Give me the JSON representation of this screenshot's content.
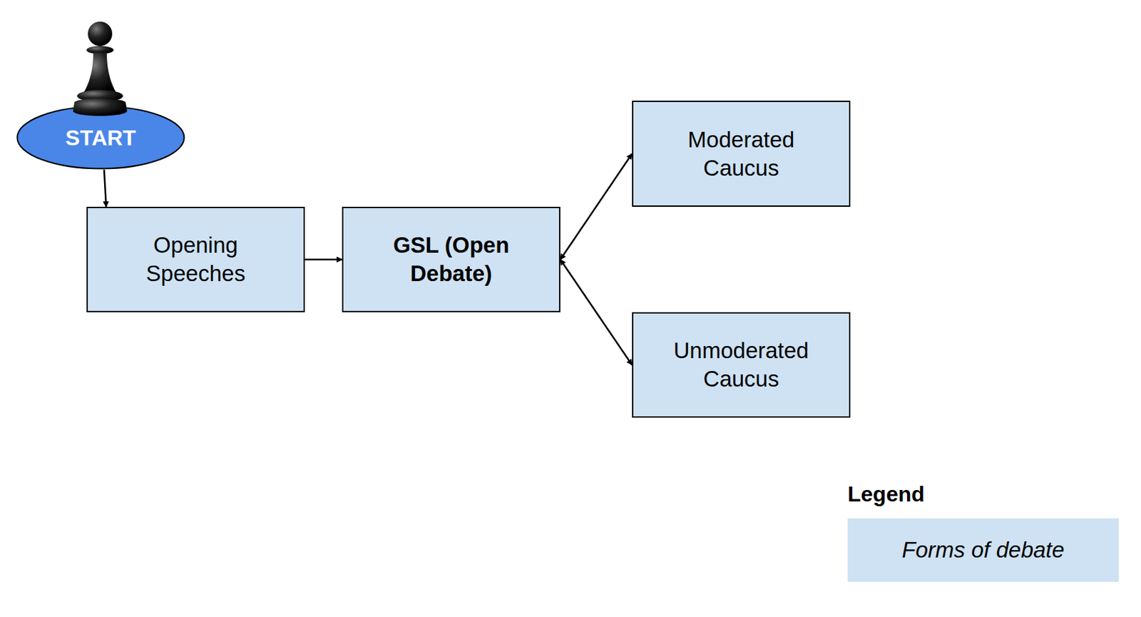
{
  "diagram": {
    "nodes": [
      {
        "text": [
          "START"
        ]
      },
      {
        "text": [
          "Opening Speeches"
        ]
      },
      {
        "text": [
          "GSL (Open Debate)"
        ]
      },
      {
        "text": [
          "Moderated Caucus"
        ]
      },
      {
        "text": [
          "Unmoderated Caucus"
        ]
      }
    ],
    "edges": [
      {
        "from": 0,
        "to": 1,
        "arrow": "to"
      },
      {
        "from": 1,
        "to": 2,
        "arrow": "to"
      },
      {
        "from": 2,
        "to": 3,
        "arrow": "both"
      },
      {
        "from": 2,
        "to": 4,
        "arrow": "both"
      }
    ],
    "labels": [
      "Legend"
    ],
    "legend": [
      {
        "text": "Forms of debate",
        "color": "#cfe2f3"
      }
    ]
  }
}
